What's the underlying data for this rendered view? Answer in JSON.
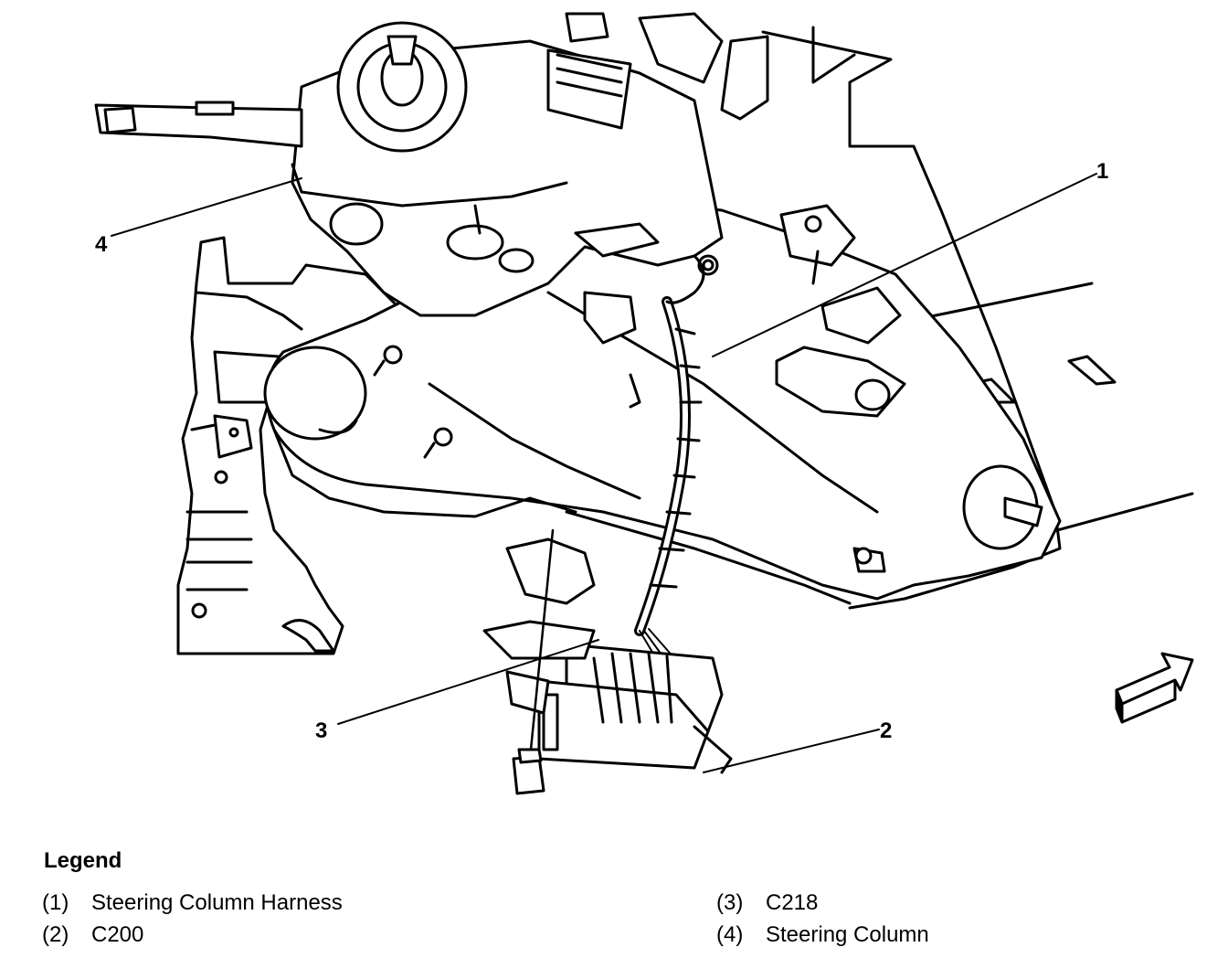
{
  "callouts": {
    "c1": "1",
    "c2": "2",
    "c3": "3",
    "c4": "4"
  },
  "legend": {
    "title": "Legend",
    "items": [
      {
        "num": "(1)",
        "label": "Steering Column Harness"
      },
      {
        "num": "(2)",
        "label": "C200"
      },
      {
        "num": "(3)",
        "label": "C218"
      },
      {
        "num": "(4)",
        "label": "Steering Column"
      }
    ]
  },
  "icons": {
    "arrow": "direction-arrow-icon"
  }
}
